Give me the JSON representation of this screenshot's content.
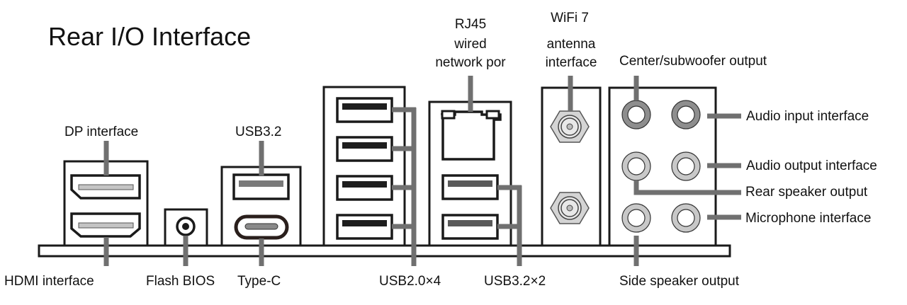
{
  "title": "Rear I/O Interface",
  "colors": {
    "outline": "#1a1a1a",
    "leader": "#707070",
    "usb2_slot": "#1e1e1e",
    "usb3_slot": "#5a5a5a",
    "display_slot": "#c4c4c4",
    "audio_dark_ring": "#8e8e8e",
    "audio_light_ring": "#c8c8c8",
    "antenna": "#d4d4d4"
  },
  "labels": {
    "dp": "DP interface",
    "hdmi": "HDMI interface",
    "flash_bios": "Flash BIOS",
    "usb32_top": "USB3.2",
    "type_c": "Type-C",
    "usb20x4": "USB2.0×4",
    "usb32x2": "USB3.2×2",
    "rj45_line1": "RJ45",
    "rj45_line2": "wired",
    "rj45_line3": "network por",
    "wifi_line1": "WiFi 7",
    "wifi_line2": "antenna",
    "wifi_line3": "interface",
    "center_sub": "Center/subwoofer output",
    "audio_in": "Audio input interface",
    "audio_out": "Audio output interface",
    "rear_speaker": "Rear speaker output",
    "microphone": "Microphone interface",
    "side_speaker": "Side speaker output"
  }
}
